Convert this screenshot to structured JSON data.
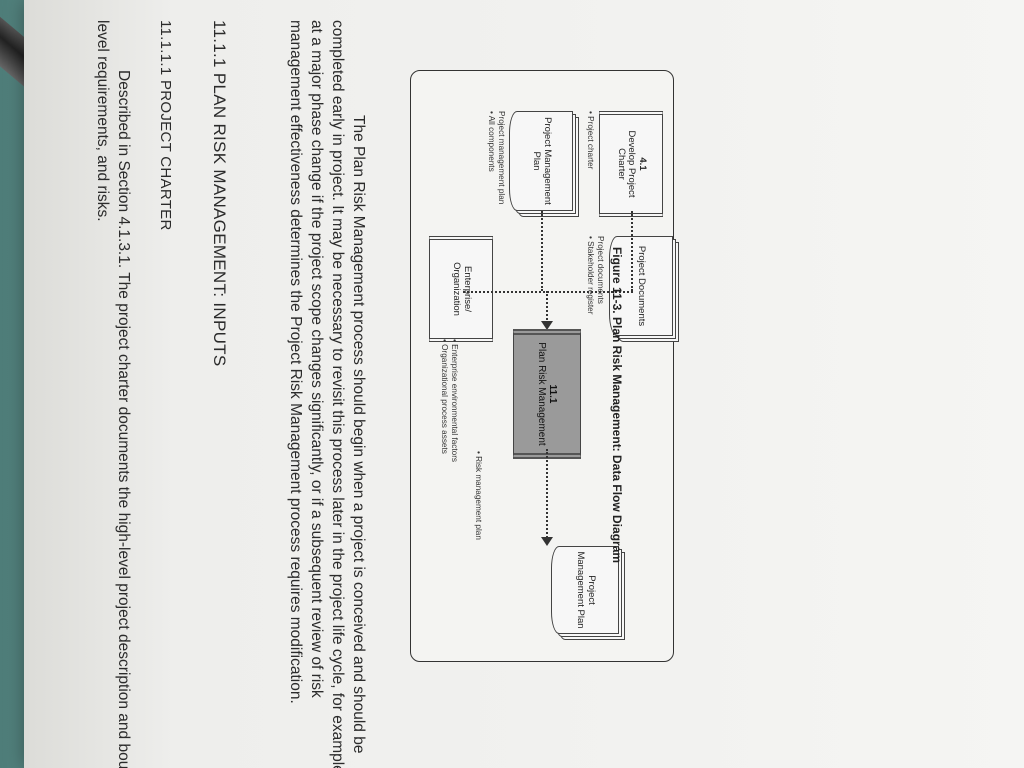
{
  "diagram": {
    "inputs": [
      {
        "number": "4.1",
        "title": "Develop Project Charter",
        "type": "process",
        "bullet_header": "",
        "bullets": [
          "Project charter"
        ]
      },
      {
        "number": "",
        "title": "Project Management Plan",
        "type": "document",
        "bullet_header": "Project management plan",
        "bullets": [
          "All components"
        ]
      },
      {
        "number": "",
        "title": "Project Documents",
        "type": "document",
        "bullet_header": "Project documents",
        "bullets": [
          "Stakeholder register"
        ]
      },
      {
        "number": "",
        "title": "Enterprise/ Organization",
        "type": "process",
        "bullet_header": "",
        "bullets": [
          "Enterprise environmental factors",
          "Organizational process assets"
        ]
      }
    ],
    "process": {
      "number": "11.1",
      "title": "Plan Risk Management"
    },
    "output": {
      "title": "Project Management Plan",
      "bullets": [
        "Risk management plan"
      ]
    }
  },
  "caption": "Figure 11-3. Plan Risk Management: Data Flow Diagram",
  "body": {
    "paragraph1": "The Plan Risk Management process should begin when a project is conceived and should be completed early in project. It may be necessary to revisit this process later in the project life cycle, for example at a major phase change if the project scope changes significantly, or if a subsequent review of risk management effectiveness determines the Project Risk Management process requires modification.",
    "heading1": "11.1.1 PLAN RISK MANAGEMENT: INPUTS",
    "heading2": "11.1.1.1 PROJECT CHARTER",
    "paragraph2": "Described in Section 4.1.3.1. The project charter documents the high-level project description and bound level requirements, and risks."
  }
}
